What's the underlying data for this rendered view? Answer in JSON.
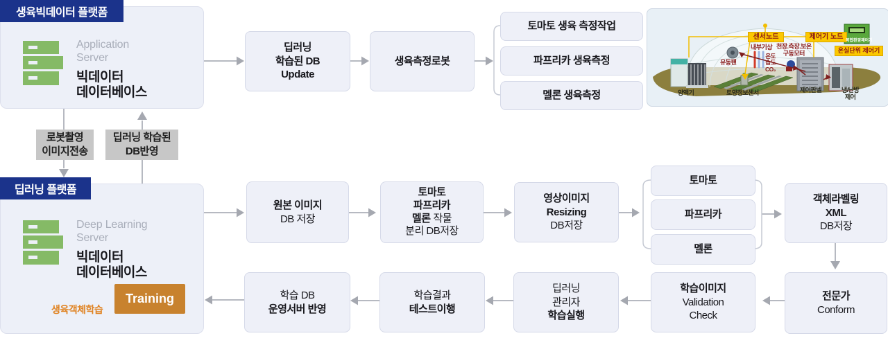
{
  "top_platform": {
    "label": "생육빅데이터 플랫폼",
    "server_type_line1": "Application",
    "server_type_line2": "Server",
    "server_name_line1": "빅데이터",
    "server_name_line2": "데이터베이스"
  },
  "flow_top": {
    "db_update": {
      "line1": "딥러닝",
      "line2": "학습된 DB",
      "line3": "Update"
    },
    "robot": "생육측정로봇",
    "tasks": {
      "t1": "토마토 생육 측정작업",
      "t2": "파프리카 생육측정",
      "t3": "멜론 생육측정"
    }
  },
  "transfer": {
    "down_line1": "로봇촬영",
    "down_line2": "이미지전송",
    "up_line1": "딥러닝 학습된",
    "up_line2": "DB반영"
  },
  "dl_platform": {
    "label": "딥러닝 플랫폼",
    "server_type_line1": "Deep Learning",
    "server_type_line2": "Server",
    "server_name_line1": "빅데이터",
    "server_name_line2": "데이터베이스",
    "training": "Training",
    "training_caption": "생육객체학습"
  },
  "flow_mid": {
    "origin": {
      "line1": "원본 이미지",
      "line2": "DB 저장"
    },
    "separation": {
      "line1": "토마토",
      "line2": "파프리카",
      "line3_bold": "멜론",
      "line3_rest": "작물",
      "line4": "분리 DB저장"
    },
    "resizing": {
      "line1": "영상이미지",
      "line2": "Resizing",
      "line3": "DB저장"
    },
    "crops": {
      "c1": "토마토",
      "c2": "파프리카",
      "c3": "멜론"
    },
    "labeling": {
      "line1": "객체라벨링",
      "line2": "XML",
      "line3": "DB저장"
    }
  },
  "flow_bottom": {
    "expert": {
      "line1": "전문가",
      "line2": "Conform"
    },
    "validation": {
      "line1": "학습이미지",
      "line2": "Validation",
      "line3": "Check"
    },
    "training_run": {
      "line1": "딥러닝",
      "line2": "관리자",
      "line3": "학습실행"
    },
    "test": {
      "line1": "학습결과",
      "line2": "테스트이행"
    },
    "deploy": {
      "line1": "학습 DB",
      "line2": "운영서버 반영"
    }
  },
  "greenhouse": {
    "sensor_node": "센서노드",
    "controller_node": "제어기 노드",
    "unit_controller": "온실단위 제어기",
    "device_label": "복합환경제어기",
    "indoor_weather": "내부기상",
    "motor_line1": "천장.측장.보온",
    "motor_line2": "구동모터",
    "temp": "온도",
    "humidity": "습도",
    "co2": "CO₂",
    "fan": "유동팬",
    "nutrient": "양액기",
    "soil_sensor": "토양정보센서",
    "control_panel": "제어판넬",
    "hvac_line1": "냉/난방",
    "hvac_line2": "제어"
  },
  "colors": {
    "header_blue": "#1b338b",
    "box_fill": "#eef0f8",
    "box_border": "#d5d9e8",
    "gray_label": "#c7c7c7",
    "arrow_gray": "#b6b9c1",
    "arrow_dark": "#4b6370",
    "training_orange": "#c8822e",
    "caption_orange": "#e08220",
    "server_green": "#85ba66"
  }
}
